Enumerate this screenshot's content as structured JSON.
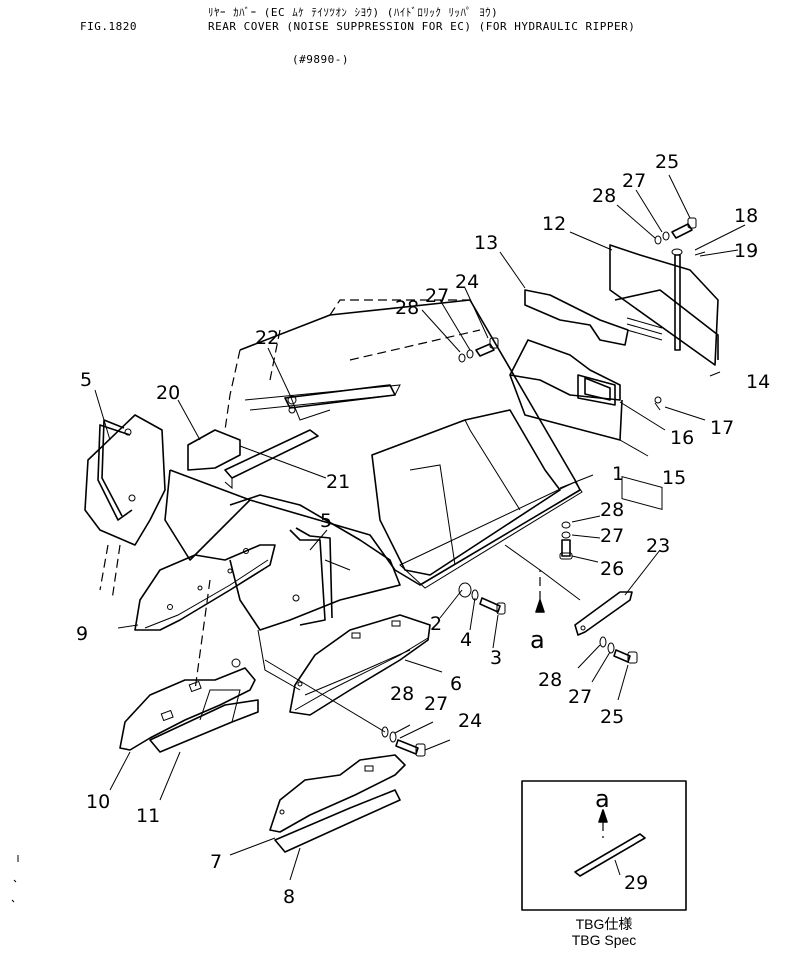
{
  "header": {
    "kana_title": "ﾘﾔｰ ｶﾊﾞｰ (EC ﾑｹ ﾃｲｿﾂｵﾝ ｼﾖｳ) (ﾊｲﾄﾞﾛﾘｯｸ ﾘｯﾊﾟ ﾖｳ)",
    "fig_number": "FIG.1820",
    "title": "REAR COVER (NOISE SUPPRESSION FOR EC) (FOR HYDRAULIC RIPPER)",
    "serial": "(#9890-)"
  },
  "callouts": {
    "c1": "1",
    "c2": "2",
    "c3": "3",
    "c4": "4",
    "c5a": "5",
    "c5b": "5",
    "c6": "6",
    "c7": "7",
    "c8": "8",
    "c9": "9",
    "c10": "10",
    "c11": "11",
    "c12": "12",
    "c13": "13",
    "c14": "14",
    "c15": "15",
    "c16": "16",
    "c17": "17",
    "c18": "18",
    "c19": "19",
    "c20": "20",
    "c21": "21",
    "c22": "22",
    "c23": "23",
    "c24a": "24",
    "c24b": "24",
    "c25a": "25",
    "c25b": "25",
    "c26": "26",
    "c27a": "27",
    "c27b": "27",
    "c27c": "27",
    "c27d": "27",
    "c27e": "27",
    "c28a": "28",
    "c28b": "28",
    "c28c": "28",
    "c28d": "28",
    "c28e": "28",
    "c29": "29",
    "view_a": "a",
    "inset_a": "a"
  },
  "inset": {
    "label_jp": "TBG仕様",
    "label_en": "TBG Spec"
  }
}
